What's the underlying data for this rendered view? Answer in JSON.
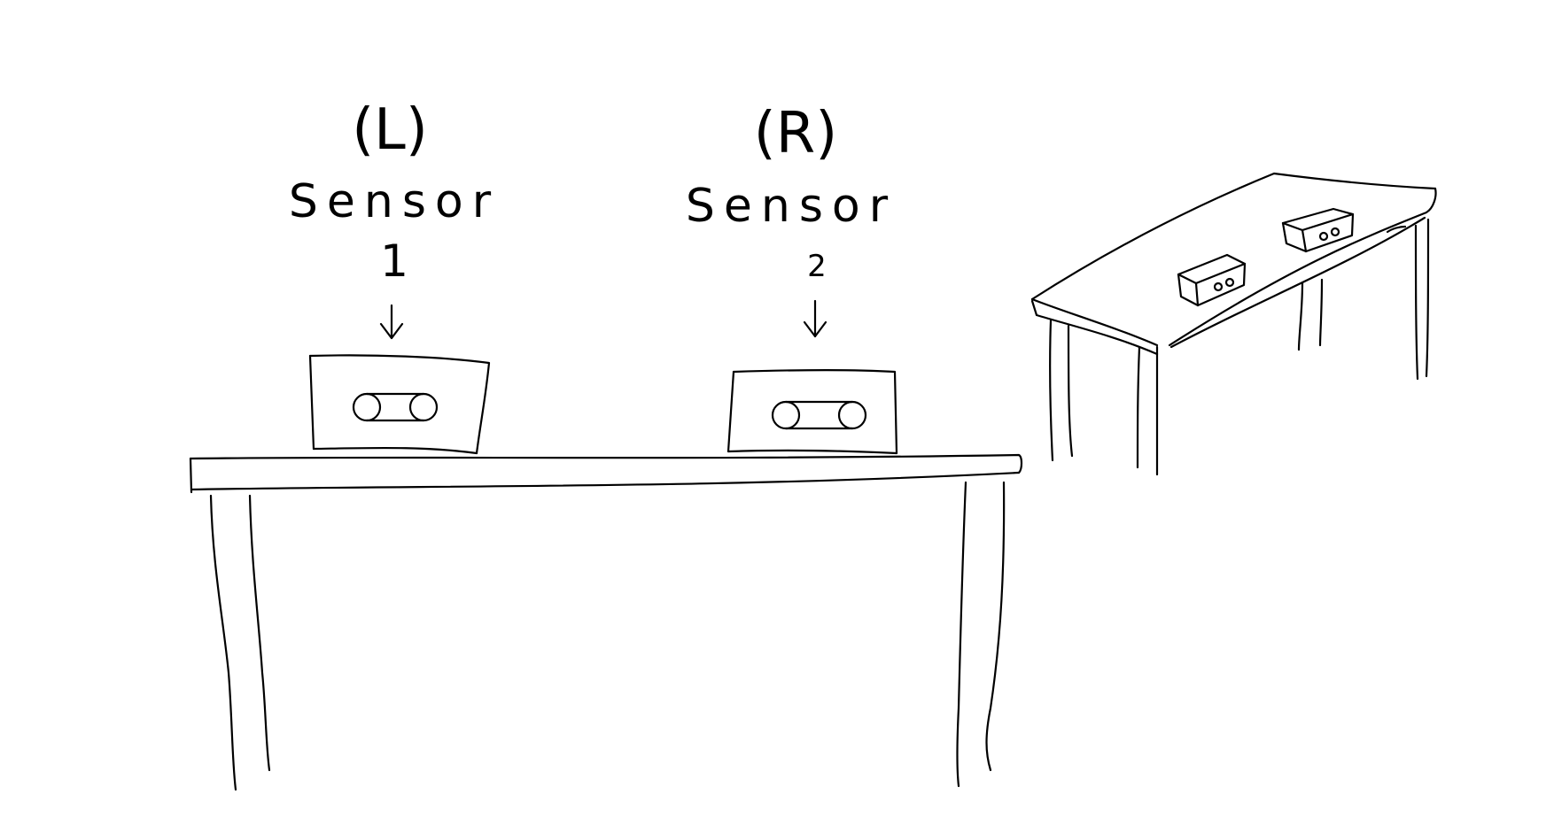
{
  "sensor_left": {
    "side": "(L)",
    "name": "Sensor",
    "number": "1"
  },
  "sensor_right": {
    "side": "(R)",
    "name": "Sensor",
    "number": "2"
  },
  "colors": {
    "ink": "#000000",
    "background": "#ffffff"
  }
}
